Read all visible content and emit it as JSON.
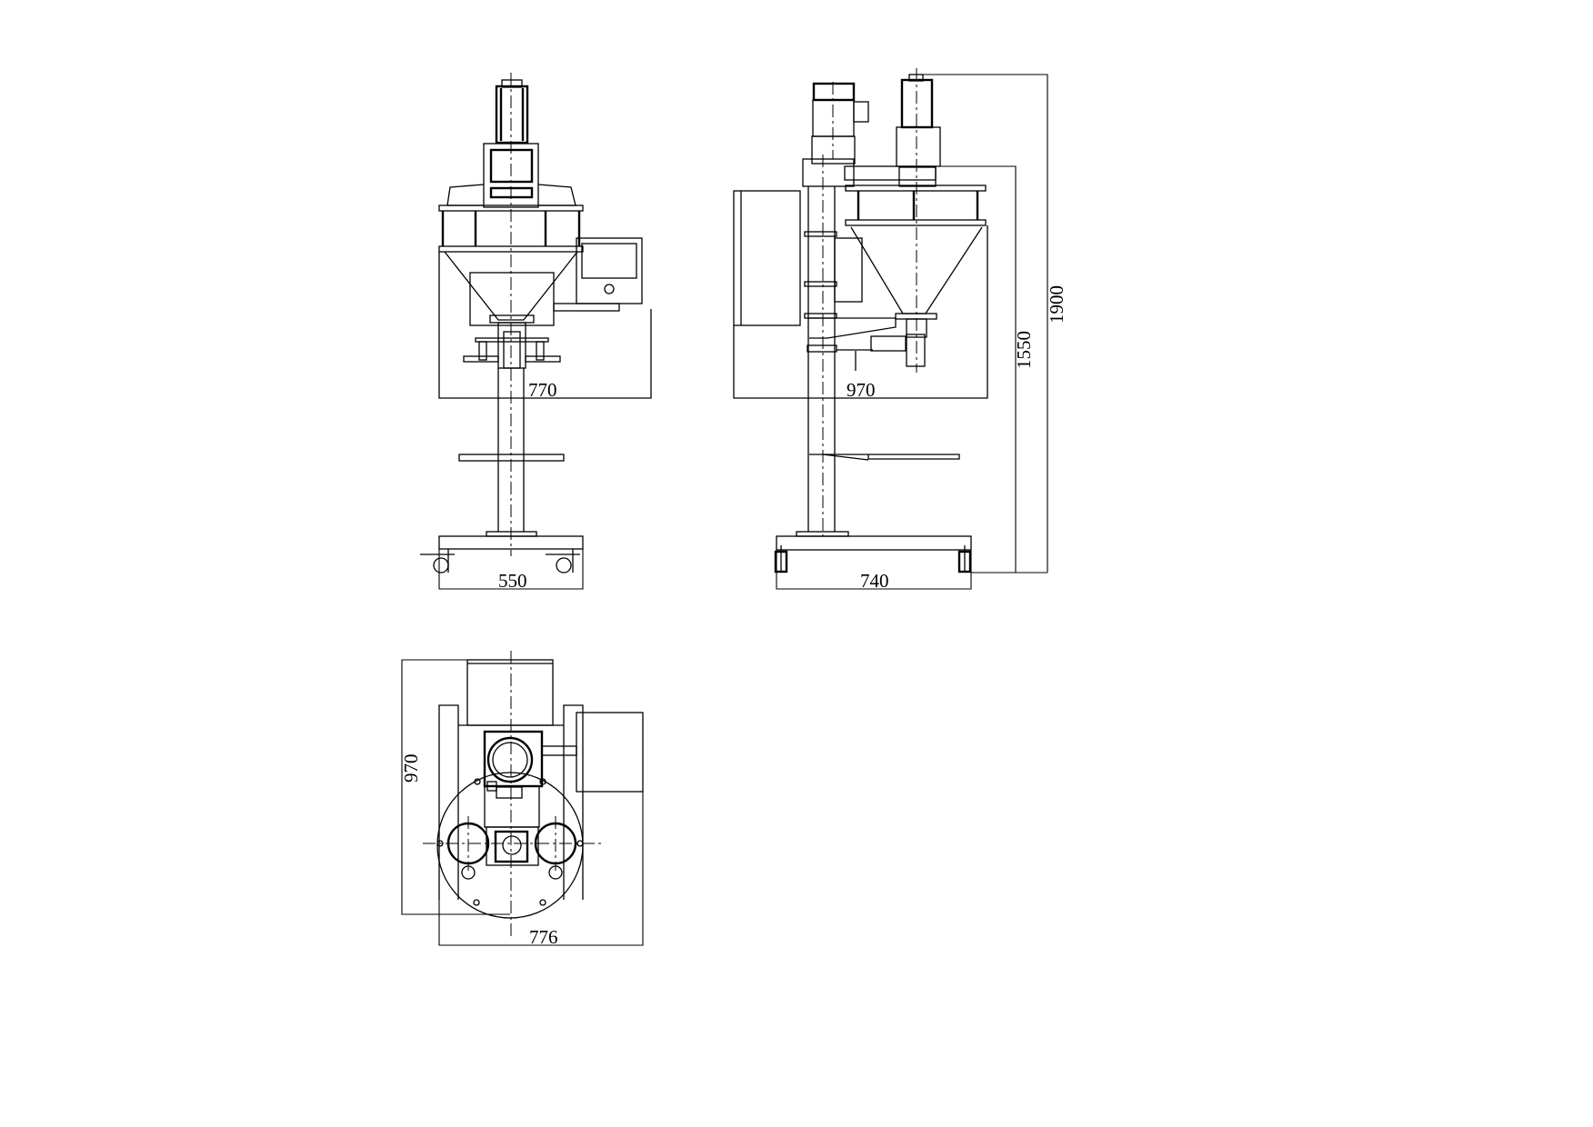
{
  "drawing": {
    "type": "orthographic engineering drawing",
    "subject": "auger powder filling machine",
    "views": {
      "front": {
        "dimensions": {
          "hopper_width": "770",
          "base_width": "550"
        }
      },
      "side": {
        "dimensions": {
          "hopper_depth": "970",
          "base_depth": "740",
          "hopper_top_height": "1550",
          "overall_height": "1900"
        }
      },
      "top": {
        "dimensions": {
          "overall_depth": "970",
          "overall_width": "776"
        }
      }
    },
    "line_color": "#000000",
    "background_color": "#ffffff"
  }
}
